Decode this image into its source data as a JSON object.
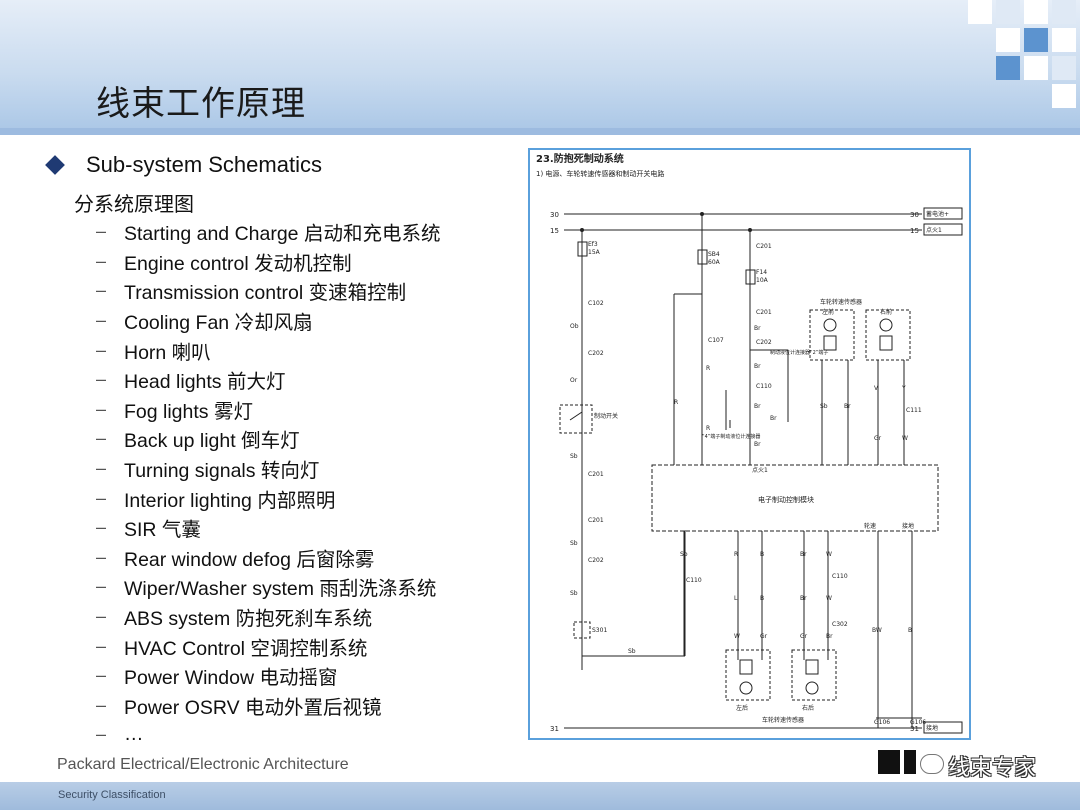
{
  "slide": {
    "title": "线束工作原理",
    "heading_en": "Sub-system Schematics",
    "heading_cn": "分系统原理图",
    "items": [
      "Starting and Charge 启动和充电系统",
      "Engine control 发动机控制",
      "Transmission control 变速箱控制",
      "Cooling Fan 冷却风扇",
      "Horn 喇叭",
      "Head lights 前大灯",
      "Fog lights 雾灯",
      "Back up light 倒车灯",
      "Turning signals 转向灯",
      "Interior lighting 内部照明",
      "SIR 气囊",
      "Rear window defog 后窗除雾",
      "Wiper/Washer system 雨刮洗涤系统",
      "ABS system 防抱死刹车系统",
      "HVAC Control 空调控制系统",
      "Power Window 电动摇窗",
      "Power OSRV 电动外置后视镜",
      "…"
    ],
    "dash": "–",
    "footer": "Packard Electrical/Electronic Architecture",
    "classification": "Security Classification",
    "logo_text": "线束专家"
  },
  "colors": {
    "accent": "#1f3a73",
    "frame": "#5aa0dc",
    "header": "#a9c6e6"
  },
  "diagram": {
    "title": "23.防抱死制动系统",
    "subtitle": "1) 电源、车轮转速传感器和制动开关电路",
    "rail_30": "30",
    "rail_15": "15",
    "rail_31": "31",
    "box_30": "蓄电池+",
    "box_15": "点火1",
    "box_31": "接地",
    "fuse_ef3": "Ef3",
    "fuse_ef3_a": "15A",
    "fuse_sb4": "SB4",
    "fuse_sb4_a": "60A",
    "fuse_f14": "F14",
    "fuse_f14_a": "10A",
    "c102": "C102",
    "c202": "C202",
    "c201": "C201",
    "c107": "C107",
    "c110": "C110",
    "c111": "C111",
    "c302": "C302",
    "s301": "S301",
    "g106": "G106",
    "brake_switch": "制动开关",
    "module": "电子制动控制模块",
    "sensor_front": "车轮转速传感器",
    "sensor_rear": "车轮转速传感器",
    "front_left": "左前",
    "front_right": "右前",
    "rear_left": "左后",
    "rear_right": "右后",
    "note_pin2": "制动液位计连接器“2”端子",
    "note_pin4": "“4”端子制动液位计连接器",
    "ignition_label": "点火1",
    "ground_label": "接地",
    "wheel_label": "轮速",
    "w_ob": "Ob",
    "w_or": "Or",
    "w_sb": "Sb",
    "w_r": "R",
    "w_br": "Br",
    "w_b": "B",
    "w_w": "W",
    "w_gr": "Gr",
    "w_l": "L",
    "w_v": "V",
    "w_y": "Y",
    "w_bw": "BW"
  }
}
